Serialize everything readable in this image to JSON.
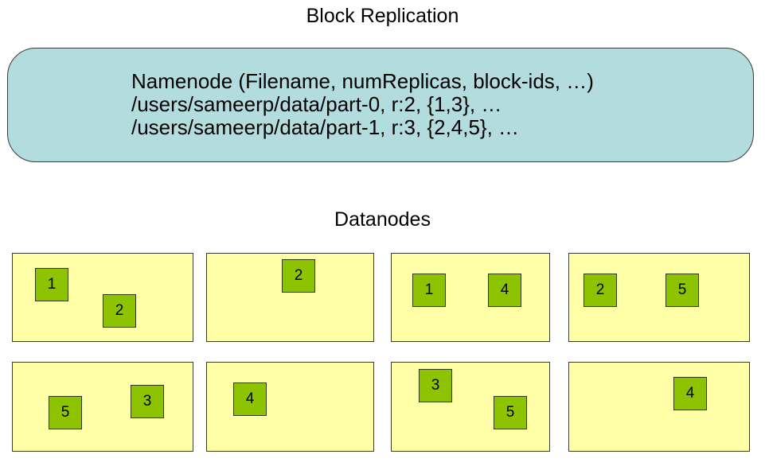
{
  "title": "Block Replication",
  "namenode": {
    "lines": [
      "Namenode (Filename, numReplicas, block-ids, …)",
      "/users/sameerp/data/part-0, r:2, {1,3}, …",
      "/users/sameerp/data/part-1, r:3, {2,4,5}, …"
    ]
  },
  "datanodes_label": "Datanodes",
  "datanodes": [
    {
      "blocks": [
        "1",
        "2"
      ]
    },
    {
      "blocks": [
        "2"
      ]
    },
    {
      "blocks": [
        "1",
        "4"
      ]
    },
    {
      "blocks": [
        "2",
        "5"
      ]
    },
    {
      "blocks": [
        "5",
        "3"
      ]
    },
    {
      "blocks": [
        "4"
      ]
    },
    {
      "blocks": [
        "3",
        "5"
      ]
    },
    {
      "blocks": [
        "4"
      ]
    }
  ],
  "colors": {
    "namenode_fill": "#b3dcdf",
    "datanode_fill": "#ffffa8",
    "block_fill": "#8dc300"
  }
}
